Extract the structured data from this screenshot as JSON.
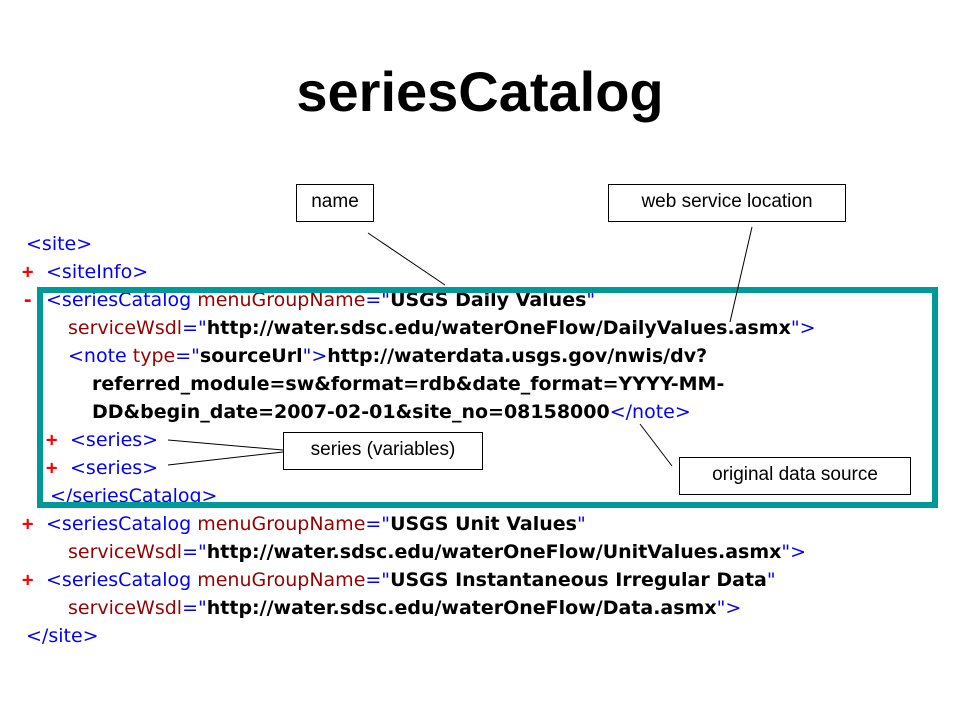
{
  "slide": {
    "title": "seriesCatalog"
  },
  "callouts": {
    "name": "name",
    "web_service_location": "web service location",
    "series_variables": "series (variables)",
    "original_data_source": "original data source"
  },
  "xml": {
    "line1": {
      "open": "<site>"
    },
    "line2": {
      "toggle": "+",
      "open": "<siteInfo>"
    },
    "line3": {
      "toggle": "-",
      "open": "<seriesCatalog ",
      "attr": "menuGroupName",
      "eq": "=\"",
      "value": "USGS Daily Values",
      "close": "\""
    },
    "line4": {
      "attr": "serviceWsdl",
      "eq": "=\"",
      "value": "http://water.sdsc.edu/waterOneFlow/DailyValues.asmx",
      "close": "\">"
    },
    "line5": {
      "open": "<note ",
      "attr": "type",
      "eq": "=\"",
      "value": "sourceUrl",
      "close": "\">",
      "text": "http://waterdata.usgs.gov/nwis/dv?"
    },
    "line6": {
      "text": "referred_module=sw&format=rdb&date_format=YYYY-MM-"
    },
    "line7": {
      "text": "DD&begin_date=2007-02-01&site_no=08158000",
      "close": "</note>"
    },
    "line8": {
      "toggle": "+",
      "open": "<series>"
    },
    "line9": {
      "toggle": "+",
      "open": "<series>"
    },
    "line10": {
      "close": "</seriesCatalog>"
    },
    "line11": {
      "toggle": "+",
      "open": "<seriesCatalog ",
      "attr": "menuGroupName",
      "eq": "=\"",
      "value": "USGS Unit Values",
      "close": "\""
    },
    "line12": {
      "attr": "serviceWsdl",
      "eq": "=\"",
      "value": "http://water.sdsc.edu/waterOneFlow/UnitValues.asmx",
      "close": "\">"
    },
    "line13": {
      "toggle": "+",
      "open": "<seriesCatalog ",
      "attr": "menuGroupName",
      "eq": "=\"",
      "value": "USGS Instantaneous Irregular Data",
      "close": "\""
    },
    "line14": {
      "attr": "serviceWsdl",
      "eq": "=\"",
      "value": "http://water.sdsc.edu/waterOneFlow/Data.asmx",
      "close": "\">"
    },
    "line15": {
      "close": "</site>"
    }
  },
  "colors": {
    "highlight_border": "#009999",
    "tag": "#0000ff",
    "attribute": "#990000",
    "toggle": "#ff0000"
  }
}
